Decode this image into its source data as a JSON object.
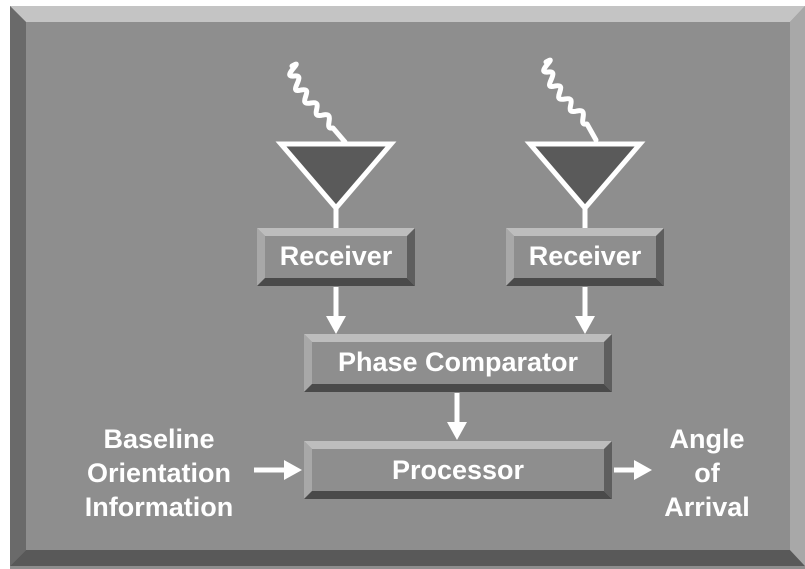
{
  "colors": {
    "panel": "#8e8e8e",
    "bevel_light": "#bdbdbd",
    "bevel_dark": "#4a4a4a",
    "antenna_fill": "#5a5a5a",
    "wire": "#ffffff",
    "text": "#ffffff"
  },
  "receivers": [
    {
      "label": "Receiver"
    },
    {
      "label": "Receiver"
    }
  ],
  "phase_comparator": {
    "label": "Phase Comparator"
  },
  "processor": {
    "label": "Processor"
  },
  "input_label": {
    "lines": [
      "Baseline",
      "Orientation",
      "Information"
    ]
  },
  "output_label": {
    "lines": [
      "Angle",
      "of",
      "Arrival"
    ]
  },
  "icons": {
    "signal_wave": "wavy-signal-icon",
    "antenna": "antenna-triangle-icon",
    "arrow": "arrow-icon"
  }
}
